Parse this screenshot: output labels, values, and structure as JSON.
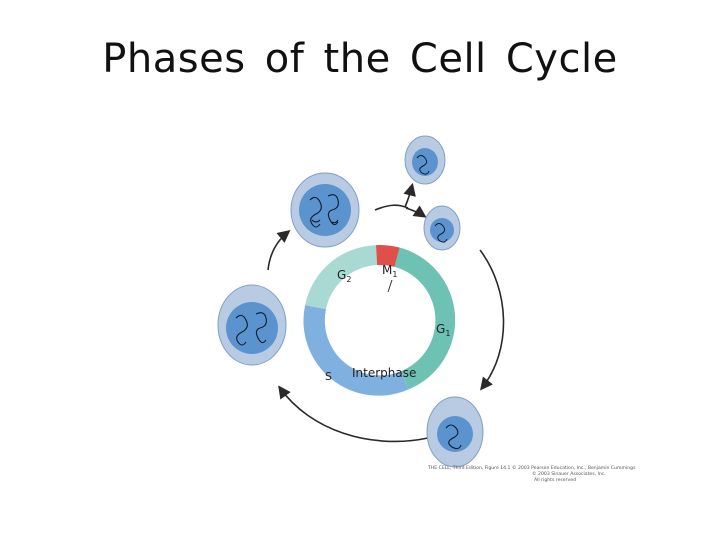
{
  "slide": {
    "title": "Phases of the Cell Cycle"
  },
  "diagram": {
    "phases": {
      "m": "M",
      "g1": "G",
      "g1_sub": "1",
      "g2": "G",
      "g2_sub": "2",
      "s": "S",
      "interphase": "Interphase"
    },
    "colors": {
      "m_phase": "#e0504a",
      "g1_phase": "#6ec2b4",
      "g2_phase": "#a8d9d2",
      "s_phase": "#7fb0e0",
      "cell_outer": "#b9cbe2",
      "cell_nucleus": "#5b93cf",
      "arrow": "#2a2a2a"
    }
  },
  "caption": {
    "line1": "THE CELL, Third Edition, Figure 14.1  © 2003 Pearson Education, Inc., Benjamin Cummings",
    "line2": "© 2003 Sinauer Associates, Inc.",
    "line3": "All rights reserved"
  }
}
